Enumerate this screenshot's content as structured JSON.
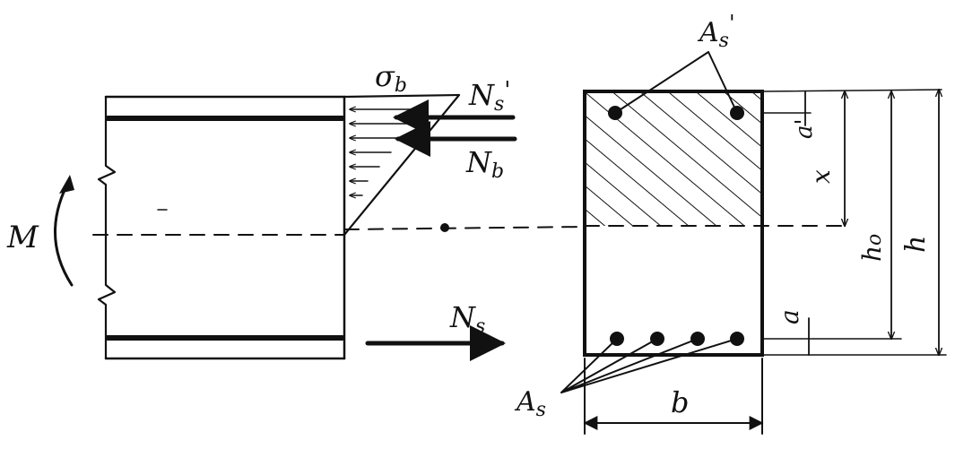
{
  "diagram": {
    "labels": {
      "sigma_b": "σb",
      "Ns_prime": "Ns'",
      "Nb": "Nb",
      "Ns": "Ns",
      "M": "M",
      "As_prime": "A's",
      "As": "As",
      "b": "b",
      "a_prime": "a'",
      "x": "x",
      "h0": "h0",
      "h": "h",
      "a": "a"
    },
    "colors": {
      "ink": "#111111",
      "paper": "#ffffff"
    }
  }
}
